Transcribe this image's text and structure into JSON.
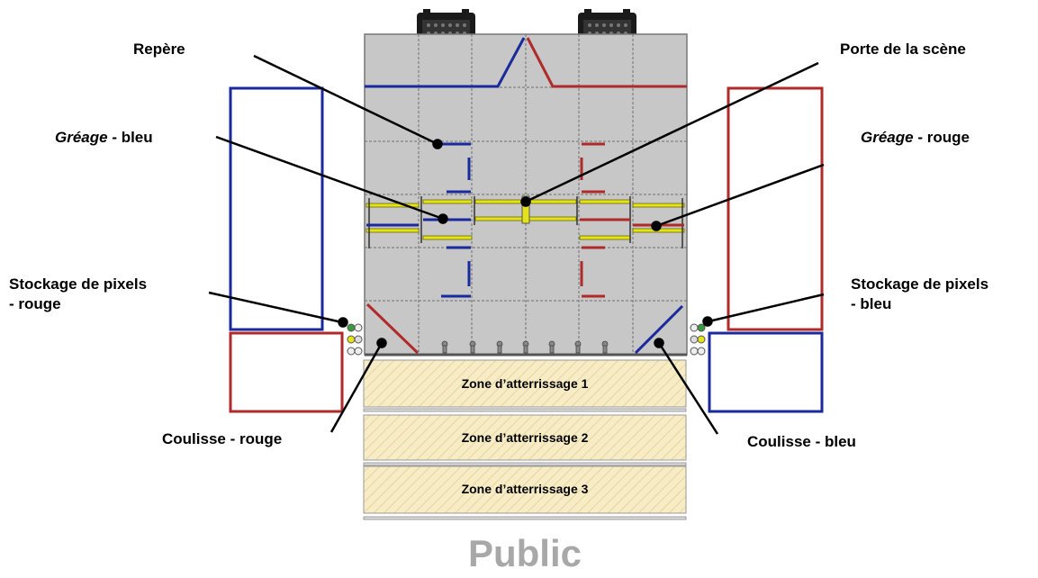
{
  "labels": {
    "repere": "Repère",
    "porte_scene": "Porte de la scène",
    "greage_bleu_italic": "Gréage",
    "greage_bleu_rest": " - bleu",
    "greage_rouge_italic": "Gréage",
    "greage_rouge_rest": " - rouge",
    "stockage_rouge_line1": "Stockage de pixels",
    "stockage_rouge_line2": "- rouge",
    "stockage_bleu_line1": "Stockage de pixels",
    "stockage_bleu_line2": "- bleu",
    "coulisse_rouge": "Coulisse - rouge",
    "coulisse_bleu": "Coulisse - bleu"
  },
  "landing_zones": [
    "Zone d’atterrissage 1",
    "Zone d’atterrissage 2",
    "Zone d’atterrissage 3"
  ],
  "audience_label": "Public",
  "colors": {
    "blue_alliance": "#1a2a9c",
    "red_alliance": "#b02a2a",
    "field": "#c7c7c7",
    "landing_zone": "#f7ecc6",
    "rigging": "#e4e31a"
  }
}
